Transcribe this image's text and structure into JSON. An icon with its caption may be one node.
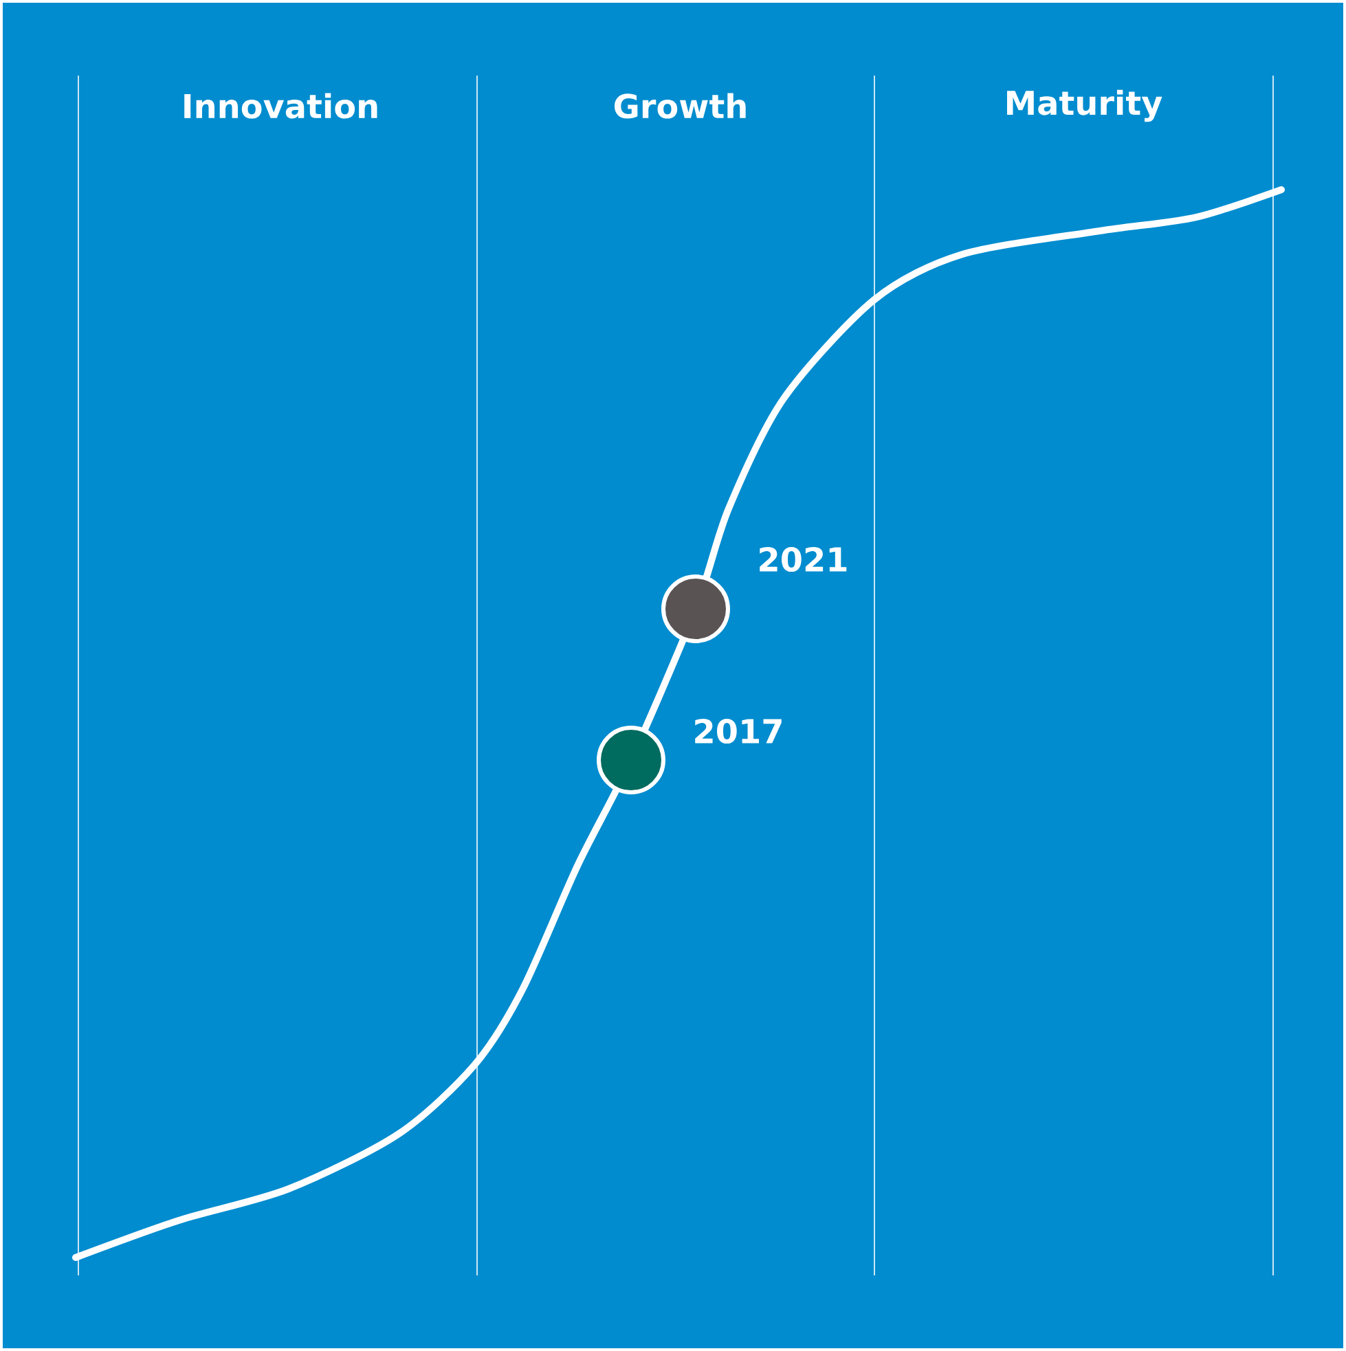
{
  "diagram": {
    "nodes": [
      {
        "text": [],
        "shape": "circle",
        "beside": [
          "2021"
        ]
      },
      {
        "text": [],
        "shape": "circle",
        "beside": [
          "2017"
        ]
      }
    ],
    "labels": [
      "Innovation",
      "Growth",
      "Maturity"
    ]
  }
}
